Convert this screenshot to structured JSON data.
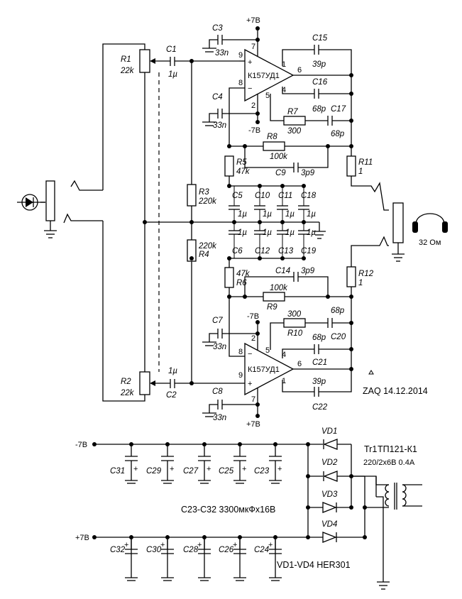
{
  "title": "",
  "supply": {
    "pos_top": "+7В",
    "neg_top": "-7В",
    "neg_bottom": "-7В",
    "pos_bottom": "+7В",
    "rail_neg": "-7В",
    "rail_pos": "+7В"
  },
  "opamps": {
    "u1": {
      "name": "К157УД1",
      "pins": {
        "p9": "9",
        "p8": "8",
        "p7": "7",
        "p2": "2",
        "p1": "1",
        "p6": "6",
        "p4": "4",
        "p5": "5",
        "plus": "+",
        "minus": "−"
      }
    },
    "u2": {
      "name": "К157УД1",
      "pins": {
        "p9": "9",
        "p8": "8",
        "p7": "7",
        "p2": "2",
        "p1": "1",
        "p6": "6",
        "p4": "4",
        "p5": "5",
        "plus": "+",
        "minus": "−"
      }
    }
  },
  "components": {
    "R1": {
      "ref": "R1",
      "value": "22k"
    },
    "R2": {
      "ref": "R2",
      "value": "22k"
    },
    "R3": {
      "ref": "R3",
      "value": "220k"
    },
    "R4": {
      "ref": "R4",
      "value": "220k"
    },
    "R5": {
      "ref": "R5",
      "value": "47k"
    },
    "R6": {
      "ref": "R6",
      "value": "47k"
    },
    "R7": {
      "ref": "R7",
      "value": "300"
    },
    "R8": {
      "ref": "R8",
      "value": "100k"
    },
    "R9": {
      "ref": "R9",
      "value": "100k"
    },
    "R10": {
      "ref": "R10",
      "value": "300"
    },
    "R11": {
      "ref": "R11",
      "value": "1"
    },
    "R12": {
      "ref": "R12",
      "value": "1"
    },
    "C1": {
      "ref": "C1",
      "value": "1µ"
    },
    "C2": {
      "ref": "C2",
      "value": "1µ"
    },
    "C3": {
      "ref": "C3",
      "value": "33n"
    },
    "C4": {
      "ref": "C4",
      "value": "33n"
    },
    "C7": {
      "ref": "C7",
      "value": "33n"
    },
    "C8": {
      "ref": "C8",
      "value": "33n"
    },
    "C9": {
      "ref": "C9",
      "value": "3p9"
    },
    "C14": {
      "ref": "C14",
      "value": "3p9"
    },
    "C15": {
      "ref": "C15",
      "value": "39p"
    },
    "C16": {
      "ref": "C16",
      "value": "68p"
    },
    "C17": {
      "ref": "C17",
      "value": "68p"
    },
    "C20": {
      "ref": "C20",
      "value": "68p"
    },
    "C21": {
      "ref": "C21",
      "value": "68p"
    },
    "C22": {
      "ref": "C22",
      "value": "39p"
    },
    "C5": {
      "ref": "C5",
      "value": "1µ"
    },
    "C10": {
      "ref": "C10",
      "value": "1µ"
    },
    "C11": {
      "ref": "C11",
      "value": "1µ"
    },
    "C18": {
      "ref": "C18",
      "value": "1µ"
    },
    "C6": {
      "ref": "C6",
      "value": "1µ"
    },
    "C12": {
      "ref": "C12",
      "value": "1µ"
    },
    "C13": {
      "ref": "C13",
      "value": "1µ"
    },
    "C19": {
      "ref": "C19",
      "value": "1µ"
    }
  },
  "psu_caps_top": [
    "C31",
    "C29",
    "C27",
    "C25",
    "C23"
  ],
  "psu_caps_bottom": [
    "C32",
    "C30",
    "C28",
    "C26",
    "C24"
  ],
  "diodes": [
    "VD1",
    "VD2",
    "VD3",
    "VD4"
  ],
  "transformer": {
    "ref": "Tr1",
    "model": "ТП121-К1",
    "rating": "220/2х6В 0.4А"
  },
  "notes": {
    "caps": "C23-C32 3300мкФх16В",
    "diodes": "VD1-VD4 HER301",
    "signature": "ZAQ 14.12.2014",
    "headphones": "32 Ом"
  }
}
